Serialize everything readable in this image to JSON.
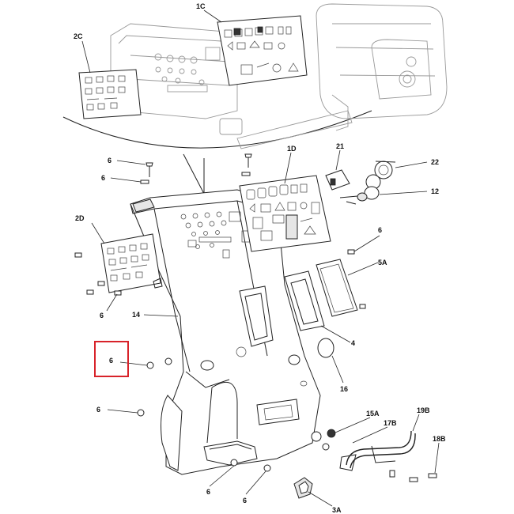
{
  "callouts": {
    "c1C": "1C",
    "c2C": "2C",
    "c1D": "1D",
    "c2D": "2D",
    "c21": "21",
    "c22": "22",
    "c12": "12",
    "c6a": "6",
    "c6b": "6",
    "c6c": "6",
    "c6d": "6",
    "c6e": "6",
    "c6f": "6",
    "c6g": "6",
    "c6h": "6",
    "c5A": "5A",
    "c14": "14",
    "c4": "4",
    "c16": "16",
    "c15A": "15A",
    "c17B": "17B",
    "c19B": "19B",
    "c18B": "18B",
    "c3A": "3A"
  },
  "highlight": {
    "label": "6",
    "color": "#d8232a"
  },
  "colors": {
    "line": "#222222",
    "faint": "#999999",
    "highlight": "#d8232a"
  }
}
